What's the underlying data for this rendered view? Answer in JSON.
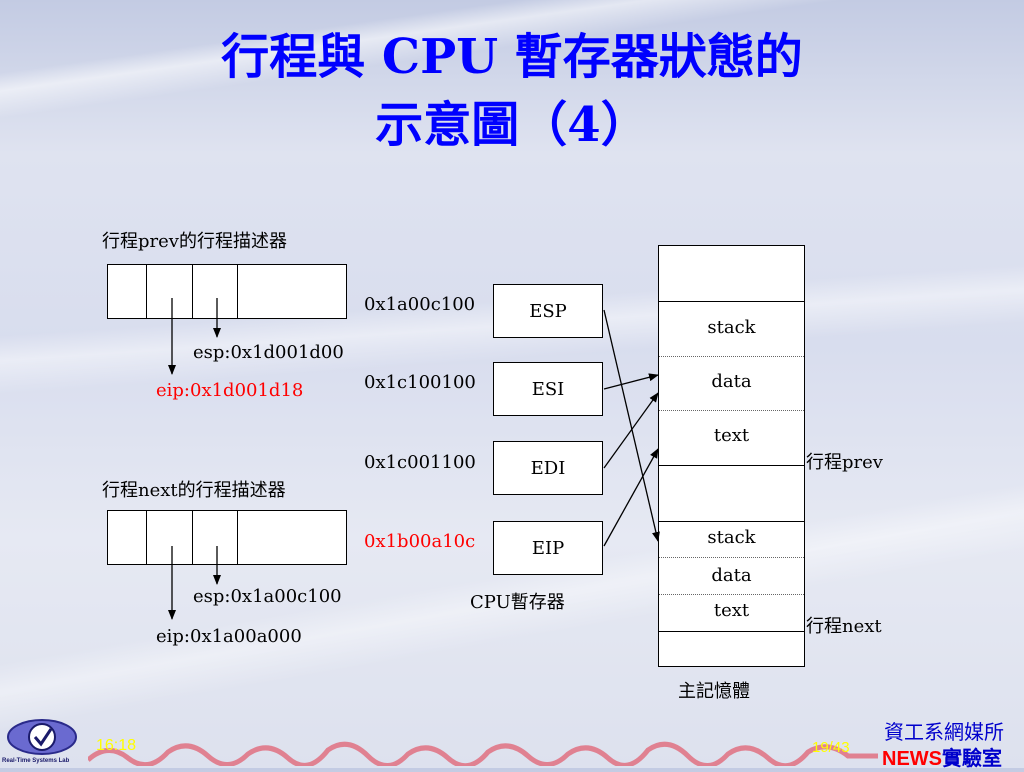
{
  "title": {
    "line1": "行程與 CPU 暫存器狀態的",
    "line2": "示意圖（4）"
  },
  "prev_descriptor": {
    "heading": "行程prev的行程描述器",
    "esp": "esp:0x1d001d00",
    "eip": "eip:0x1d001d18"
  },
  "next_descriptor": {
    "heading": "行程next的行程描述器",
    "esp": "esp:0x1a00c100",
    "eip": "eip:0x1a00a000"
  },
  "registers": {
    "caption": "CPU暫存器",
    "items": [
      {
        "name": "ESP",
        "value": "0x1a00c100"
      },
      {
        "name": "ESI",
        "value": "0x1c100100"
      },
      {
        "name": "EDI",
        "value": "0x1c001100"
      },
      {
        "name": "EIP",
        "value": "0x1b00a10c"
      }
    ]
  },
  "memory": {
    "caption": "主記憶體",
    "prev_segments": [
      "stack",
      "data",
      "text"
    ],
    "next_segments": [
      "stack",
      "data",
      "text"
    ],
    "prev_label": "行程prev",
    "next_label": "行程next"
  },
  "footer": {
    "time": "16:18",
    "page": "19/43",
    "dept": "資工系網媒所",
    "lab_news": "NEWS",
    "lab_rest": "實驗室",
    "logo_text": "Real-Time Systems Lab"
  },
  "colors": {
    "title": "#0000ff",
    "highlight": "#ff0000",
    "footer_text": "#ffff00"
  }
}
